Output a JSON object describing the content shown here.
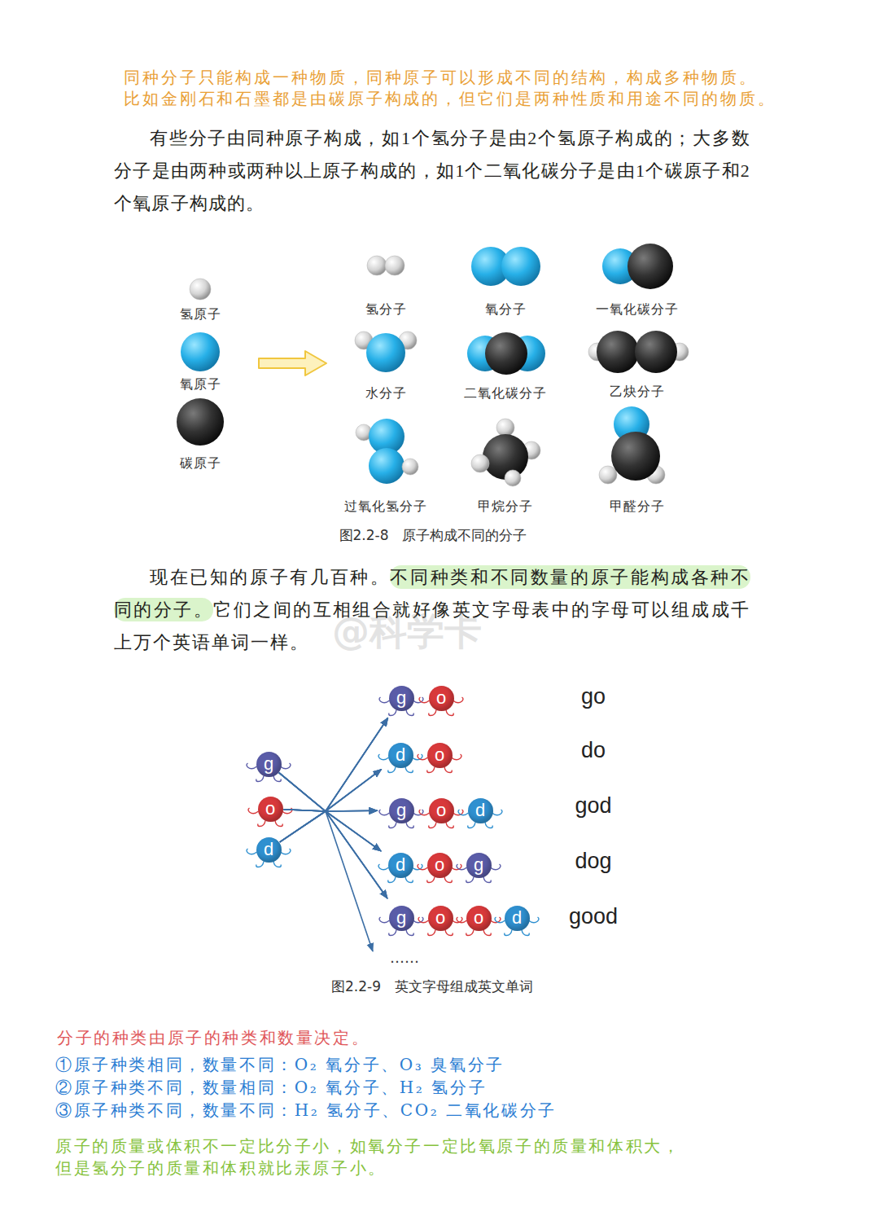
{
  "diagram": {
    "nodes": [
      {
        "text": [
          "g"
        ]
      },
      {
        "text": [
          "o"
        ]
      },
      {
        "text": [
          "d"
        ]
      },
      {
        "text": [
          "g"
        ]
      },
      {
        "text": [
          "o"
        ]
      },
      {
        "text": [
          "d"
        ]
      },
      {
        "text": [
          "o"
        ]
      },
      {
        "text": [
          "g"
        ]
      },
      {
        "text": [
          "o"
        ]
      },
      {
        "text": [
          "d"
        ]
      },
      {
        "text": [
          "d"
        ]
      },
      {
        "text": [
          "o"
        ]
      },
      {
        "text": [
          "g"
        ]
      },
      {
        "text": [
          "g"
        ]
      },
      {
        "text": [
          "o"
        ]
      },
      {
        "text": [
          "o"
        ]
      },
      {
        "text": [
          "d"
        ]
      }
    ],
    "edges": [
      {
        "from": 0,
        "to": 3,
        "arrow": "to"
      },
      {
        "from": 0,
        "to": 5,
        "arrow": "to"
      },
      {
        "from": 0,
        "to": 7,
        "arrow": "to"
      },
      {
        "from": 0,
        "to": 10,
        "arrow": "to"
      },
      {
        "from": 0,
        "to": 13,
        "arrow": "to"
      },
      {
        "from": 1,
        "to": 3,
        "arrow": "to"
      },
      {
        "from": 1,
        "to": 5,
        "arrow": "to"
      },
      {
        "from": 1,
        "to": 7,
        "arrow": "to"
      },
      {
        "from": 1,
        "to": 10,
        "arrow": "to"
      },
      {
        "from": 1,
        "to": 13,
        "arrow": "to"
      },
      {
        "from": 2,
        "to": 3,
        "arrow": "to"
      },
      {
        "from": 2,
        "to": 5,
        "arrow": "to"
      },
      {
        "from": 2,
        "to": 7,
        "arrow": "to"
      },
      {
        "from": 2,
        "to": 10,
        "arrow": "to"
      },
      {
        "from": 2,
        "to": 13,
        "arrow": "to"
      }
    ],
    "labels": [
      "同种分子只能构成一种物质，同种原子可以形成不同的结构，构成多种物质。",
      "比如金刚石和石墨都是由碳原子构成的，但它们是两种性质和用途不同的物质。",
      "有些分子由同种原子构成，如1个氢分子是由2个氢原子构成的；大多数分子是由两种或两种以上原子构成的，如1个二氧化碳分子是由1个碳原子和2个氧原子构成的。",
      "氢原子",
      "氧原子",
      "碳原子",
      "氢分子",
      "氧分子",
      "一氧化碳分子",
      "水分子",
      "二氧化碳分子",
      "乙炔分子",
      "过氧化氢分子",
      "甲烷分子",
      "甲醛分子",
      "图2.2-8　原子构成不同的分子",
      "现在已知的原子有几百种。",
      "不同种类和不同数量的原子能构成各种不同的分子。",
      "它们之间的互相组合就好像英文字母表中的字母可以组成成千上万个英语单词一样。",
      "@科学卡",
      "go",
      "do",
      "god",
      "dog",
      "good",
      "……",
      "图2.2-9　英文字母组成英文单词",
      "分子的种类由原子的种类和数量决定。",
      "①原子种类相同，数量不同：O₂ 氧分子、O₃ 臭氧分子",
      "②原子种类不同，数量相同：O₂ 氧分子、H₂ 氢分子",
      "③原子种类不同，数量不同：H₂ 氢分子、CO₂ 二氧化碳分子",
      "原子的质量或体积不一定比分子小，如氧分子一定比氧原子的质量和体积大，",
      "但是氢分子的质量和体积就比汞原子小。"
    ]
  }
}
